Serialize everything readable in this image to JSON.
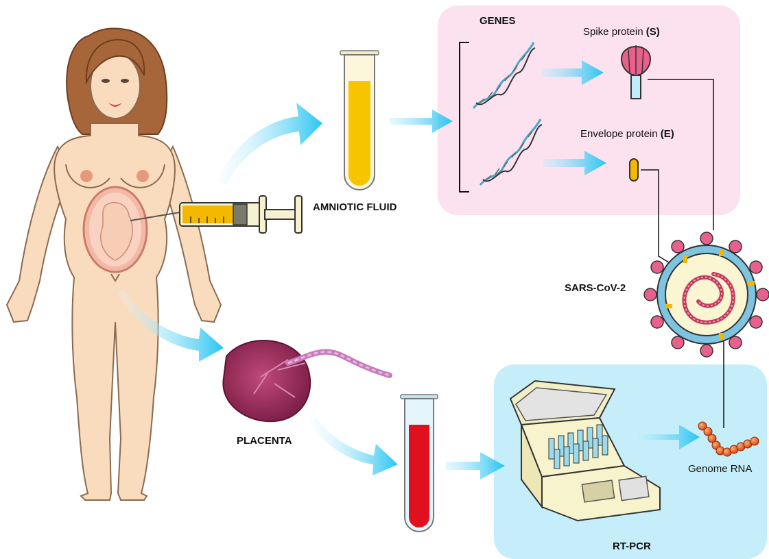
{
  "labels": {
    "genes": "GENES",
    "spike_protein": "Spike protein ",
    "spike_abbr": "(S)",
    "envelope_protein": "Envelope protein ",
    "envelope_abbr": "(E)",
    "amniotic_fluid": "AMNIOTIC FLUID",
    "sars_cov_2": "SARS-CoV-2",
    "placenta": "PLACENTA",
    "genome_rna": "Genome RNA",
    "rt_pcr": "RT-PCR"
  },
  "colors": {
    "genes_panel": "#fce1ee",
    "rtpcr_panel": "#c6eefa",
    "arrow": "#29c4f2",
    "amniotic_fluid": "#f7c400",
    "blood_sample": "#e0101e",
    "spike": "#e8608c",
    "skin": "#f9dcbe",
    "hair": "#a7653a",
    "placenta": "#9c2a55",
    "rna_bead": "#e8541a"
  }
}
